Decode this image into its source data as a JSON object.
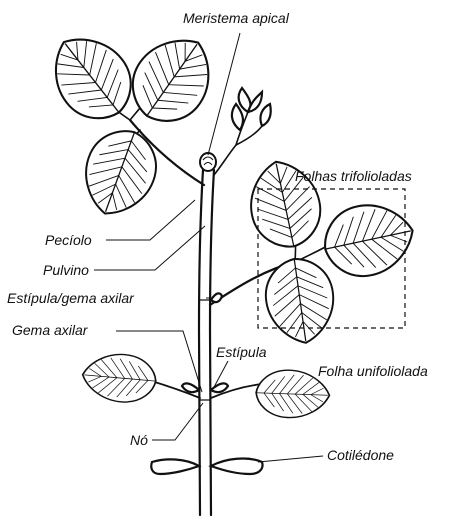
{
  "labels": {
    "meristema_apical": "Meristema apical",
    "folhas_trifolioladas": "Folhas trifolioladas",
    "peciolo": "Pecíolo",
    "pulvino": "Pulvino",
    "estipula_gema_axilar": "Estípula/gema axilar",
    "gema_axilar": "Gema axilar",
    "estipula": "Estípula",
    "folha_unifoliolada": "Folha unifoliolada",
    "no": "Nó",
    "cotiledone": "Cotilédone"
  },
  "colors": {
    "ink": "#111111",
    "background": "#ffffff"
  }
}
